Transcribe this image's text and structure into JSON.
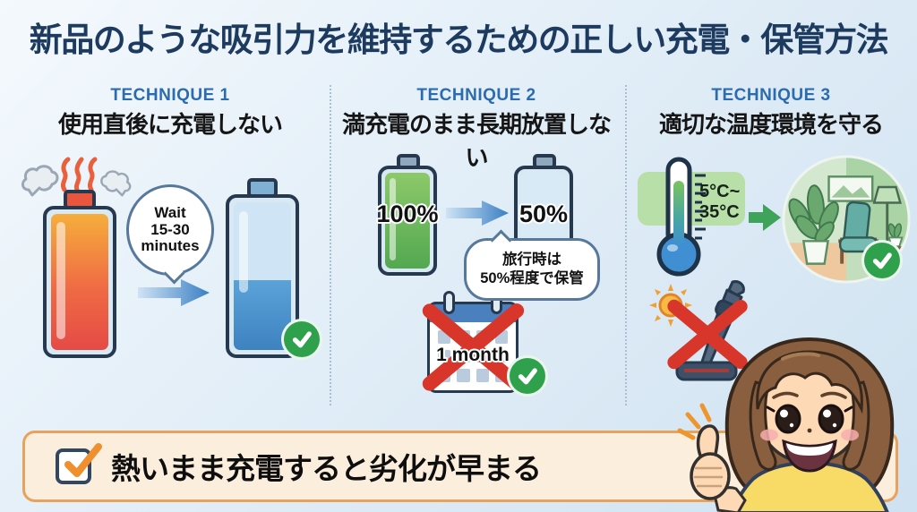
{
  "title": "新品のような吸引力を維持するための正しい充電・保管方法",
  "techniques": [
    {
      "label": "TECHNIQUE 1",
      "heading": "使用直後に充電しない",
      "bubble_lines": [
        "Wait",
        "15-30",
        "minutes"
      ]
    },
    {
      "label": "TECHNIQUE 2",
      "heading": "満充電のまま長期放置しない",
      "battery_full": "100%",
      "battery_stored": "50%",
      "bubble_lines": [
        "旅行時は",
        "50%程度で保管"
      ],
      "calendar_label": "1 month"
    },
    {
      "label": "TECHNIQUE 3",
      "heading": "適切な温度環境を守る",
      "temp_lines": [
        "5°C~",
        "35°C"
      ]
    }
  ],
  "banner": {
    "text": "熱いまま充電すると劣化が早まる"
  },
  "colors": {
    "title_navy": "#1d3a5f",
    "technique_blue": "#2b6cb0",
    "check_green": "#2fa14d",
    "cross_red": "#d8352b",
    "banner_bg": "#fbeedd",
    "banner_border": "#e9a25b",
    "battery_hot": "#ef6a44",
    "battery_green": "#53a851",
    "battery_blue_fill": "#4e9bd3"
  }
}
